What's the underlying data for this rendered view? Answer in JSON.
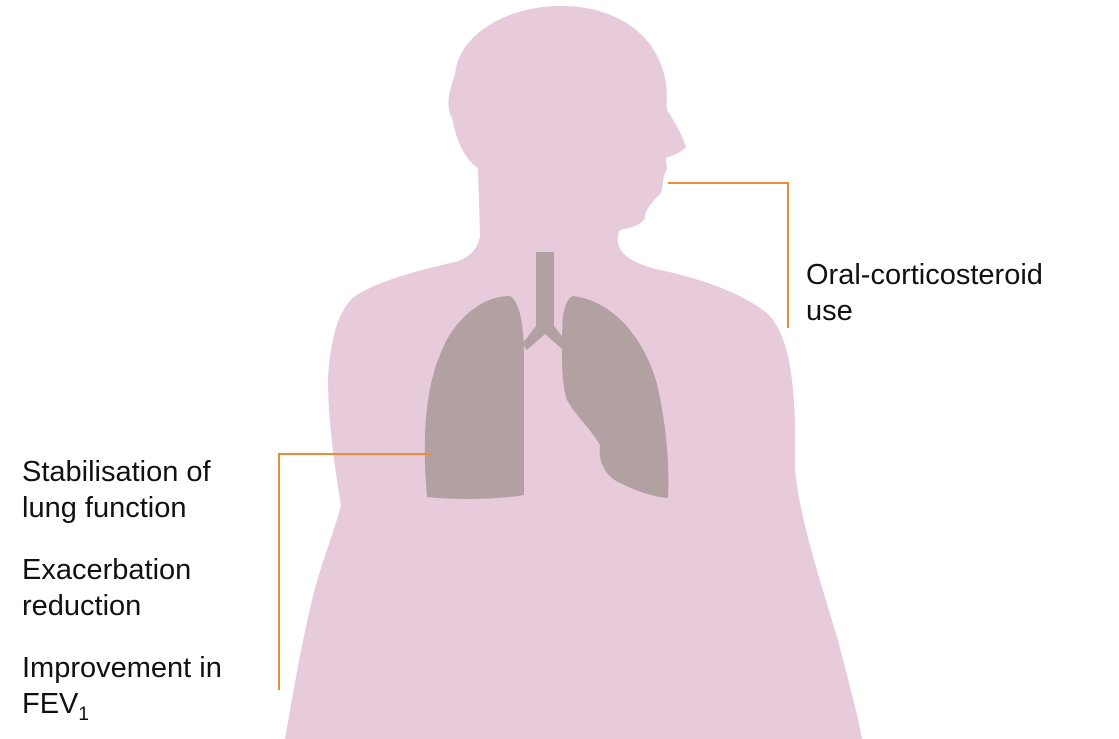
{
  "colors": {
    "body": "#e7cbdb",
    "lungs": "#b3a0a2",
    "callout_line": "#ed8b3c",
    "text": "#111111"
  },
  "labels": {
    "oral": {
      "line1": "Oral-corticosteroid",
      "line2": "use"
    },
    "stabilisation": {
      "line1": "Stabilisation of",
      "line2": "lung function"
    },
    "exacerbation": {
      "line1": "Exacerbation",
      "line2": "reduction"
    },
    "improvement": {
      "line1": "Improvement in",
      "line2_main": "FEV",
      "line2_sub": "1"
    }
  }
}
